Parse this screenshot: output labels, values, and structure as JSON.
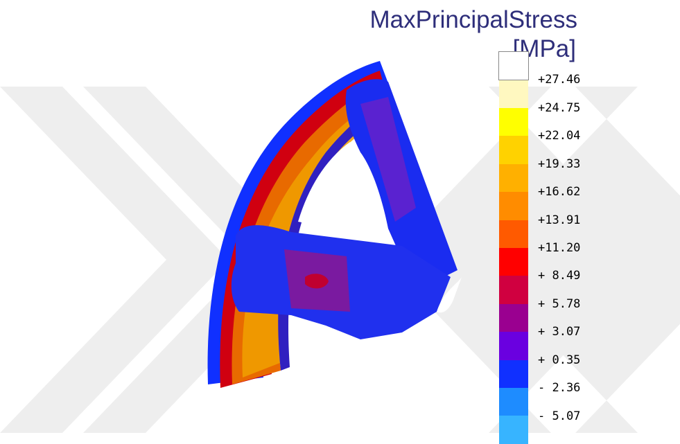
{
  "legend": {
    "title": "MaxPrincipalStress",
    "unit": "[MPa]",
    "tick_labels": [
      "+27.46",
      "+24.75",
      "+22.04",
      "+19.33",
      "+16.62",
      "+13.91",
      "+11.20",
      "+ 8.49",
      "+ 5.78",
      "+ 3.07",
      "+ 0.35",
      "- 2.36",
      "- 5.07"
    ],
    "colors": [
      "#ffffff",
      "#fff8c0",
      "#ffff00",
      "#ffd200",
      "#ffb000",
      "#ff8c00",
      "#ff5a00",
      "#ff0000",
      "#d00040",
      "#9a0090",
      "#6a00e0",
      "#1030ff",
      "#1e8cff",
      "#37b4ff"
    ]
  },
  "watermark_color": "#eeeeee"
}
